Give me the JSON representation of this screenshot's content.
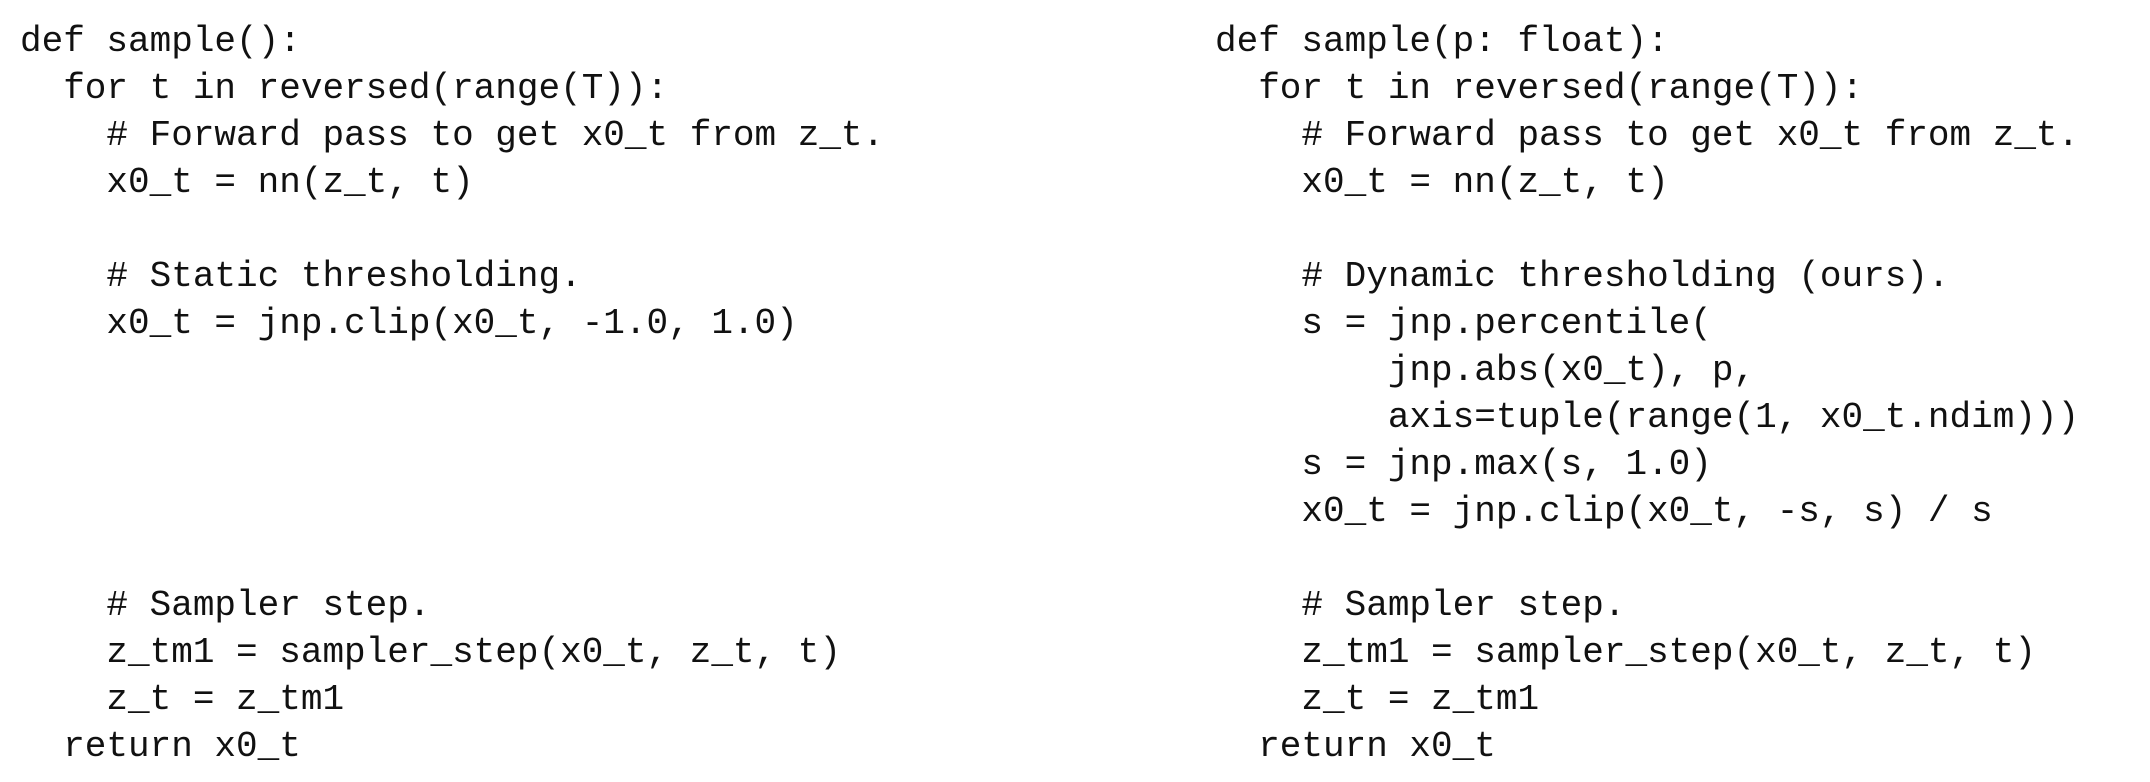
{
  "left_code": {
    "lines": [
      "def sample():",
      "  for t in reversed(range(T)):",
      "    # Forward pass to get x0_t from z_t.",
      "    x0_t = nn(z_t, t)",
      "",
      "    # Static thresholding.",
      "    x0_t = jnp.clip(x0_t, -1.0, 1.0)",
      "",
      "",
      "",
      "",
      "",
      "    # Sampler step.",
      "    z_tm1 = sampler_step(x0_t, z_t, t)",
      "    z_t = z_tm1",
      "  return x0_t"
    ]
  },
  "right_code": {
    "lines": [
      "def sample(p: float):",
      "  for t in reversed(range(T)):",
      "    # Forward pass to get x0_t from z_t.",
      "    x0_t = nn(z_t, t)",
      "",
      "    # Dynamic thresholding (ours).",
      "    s = jnp.percentile(",
      "        jnp.abs(x0_t), p,",
      "        axis=tuple(range(1, x0_t.ndim)))",
      "    s = jnp.max(s, 1.0)",
      "    x0_t = jnp.clip(x0_t, -s, s) / s",
      "",
      "    # Sampler step.",
      "    z_tm1 = sampler_step(x0_t, z_t, t)",
      "    z_t = z_tm1",
      "  return x0_t"
    ]
  }
}
